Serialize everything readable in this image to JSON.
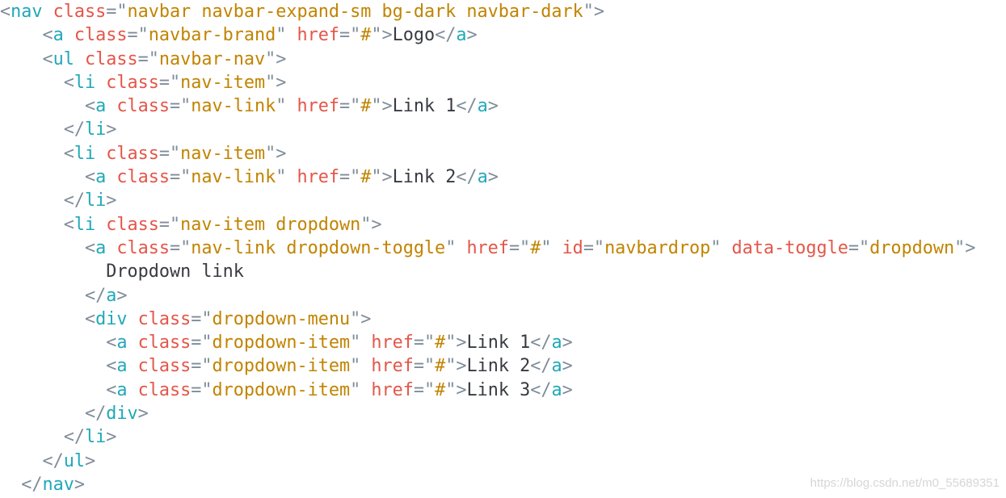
{
  "colors": {
    "tag": "#20a8b8",
    "attribute": "#e45649",
    "punctuation": "#7f8c9a",
    "string": "#c18401",
    "text": "#383a42",
    "watermark": "#d6d6d6",
    "background": "#ffffff"
  },
  "code_lines": [
    [
      {
        "t": "p",
        "v": "<"
      },
      {
        "t": "tag",
        "v": "nav"
      },
      {
        "t": "text",
        "v": " "
      },
      {
        "t": "attr",
        "v": "class"
      },
      {
        "t": "p",
        "v": "=\""
      },
      {
        "t": "str",
        "v": "navbar navbar-expand-sm bg-dark navbar-dark"
      },
      {
        "t": "p",
        "v": "\">"
      }
    ],
    [
      {
        "t": "text",
        "v": "    "
      },
      {
        "t": "p",
        "v": "<"
      },
      {
        "t": "tag",
        "v": "a"
      },
      {
        "t": "text",
        "v": " "
      },
      {
        "t": "attr",
        "v": "class"
      },
      {
        "t": "p",
        "v": "=\""
      },
      {
        "t": "str",
        "v": "navbar-brand"
      },
      {
        "t": "p",
        "v": "\" "
      },
      {
        "t": "attr",
        "v": "href"
      },
      {
        "t": "p",
        "v": "=\""
      },
      {
        "t": "str",
        "v": "#"
      },
      {
        "t": "p",
        "v": "\">"
      },
      {
        "t": "text",
        "v": "Logo"
      },
      {
        "t": "p",
        "v": "</"
      },
      {
        "t": "tag",
        "v": "a"
      },
      {
        "t": "p",
        "v": ">"
      }
    ],
    [
      {
        "t": "text",
        "v": "    "
      },
      {
        "t": "p",
        "v": "<"
      },
      {
        "t": "tag",
        "v": "ul"
      },
      {
        "t": "text",
        "v": " "
      },
      {
        "t": "attr",
        "v": "class"
      },
      {
        "t": "p",
        "v": "=\""
      },
      {
        "t": "str",
        "v": "navbar-nav"
      },
      {
        "t": "p",
        "v": "\">"
      }
    ],
    [
      {
        "t": "text",
        "v": "      "
      },
      {
        "t": "p",
        "v": "<"
      },
      {
        "t": "tag",
        "v": "li"
      },
      {
        "t": "text",
        "v": " "
      },
      {
        "t": "attr",
        "v": "class"
      },
      {
        "t": "p",
        "v": "=\""
      },
      {
        "t": "str",
        "v": "nav-item"
      },
      {
        "t": "p",
        "v": "\">"
      }
    ],
    [
      {
        "t": "text",
        "v": "        "
      },
      {
        "t": "p",
        "v": "<"
      },
      {
        "t": "tag",
        "v": "a"
      },
      {
        "t": "text",
        "v": " "
      },
      {
        "t": "attr",
        "v": "class"
      },
      {
        "t": "p",
        "v": "=\""
      },
      {
        "t": "str",
        "v": "nav-link"
      },
      {
        "t": "p",
        "v": "\" "
      },
      {
        "t": "attr",
        "v": "href"
      },
      {
        "t": "p",
        "v": "=\""
      },
      {
        "t": "str",
        "v": "#"
      },
      {
        "t": "p",
        "v": "\">"
      },
      {
        "t": "text",
        "v": "Link 1"
      },
      {
        "t": "p",
        "v": "</"
      },
      {
        "t": "tag",
        "v": "a"
      },
      {
        "t": "p",
        "v": ">"
      }
    ],
    [
      {
        "t": "text",
        "v": "      "
      },
      {
        "t": "p",
        "v": "</"
      },
      {
        "t": "tag",
        "v": "li"
      },
      {
        "t": "p",
        "v": ">"
      }
    ],
    [
      {
        "t": "text",
        "v": "      "
      },
      {
        "t": "p",
        "v": "<"
      },
      {
        "t": "tag",
        "v": "li"
      },
      {
        "t": "text",
        "v": " "
      },
      {
        "t": "attr",
        "v": "class"
      },
      {
        "t": "p",
        "v": "=\""
      },
      {
        "t": "str",
        "v": "nav-item"
      },
      {
        "t": "p",
        "v": "\">"
      }
    ],
    [
      {
        "t": "text",
        "v": "        "
      },
      {
        "t": "p",
        "v": "<"
      },
      {
        "t": "tag",
        "v": "a"
      },
      {
        "t": "text",
        "v": " "
      },
      {
        "t": "attr",
        "v": "class"
      },
      {
        "t": "p",
        "v": "=\""
      },
      {
        "t": "str",
        "v": "nav-link"
      },
      {
        "t": "p",
        "v": "\" "
      },
      {
        "t": "attr",
        "v": "href"
      },
      {
        "t": "p",
        "v": "=\""
      },
      {
        "t": "str",
        "v": "#"
      },
      {
        "t": "p",
        "v": "\">"
      },
      {
        "t": "text",
        "v": "Link 2"
      },
      {
        "t": "p",
        "v": "</"
      },
      {
        "t": "tag",
        "v": "a"
      },
      {
        "t": "p",
        "v": ">"
      }
    ],
    [
      {
        "t": "text",
        "v": "      "
      },
      {
        "t": "p",
        "v": "</"
      },
      {
        "t": "tag",
        "v": "li"
      },
      {
        "t": "p",
        "v": ">"
      }
    ],
    [
      {
        "t": "text",
        "v": "      "
      },
      {
        "t": "p",
        "v": "<"
      },
      {
        "t": "tag",
        "v": "li"
      },
      {
        "t": "text",
        "v": " "
      },
      {
        "t": "attr",
        "v": "class"
      },
      {
        "t": "p",
        "v": "=\""
      },
      {
        "t": "str",
        "v": "nav-item dropdown"
      },
      {
        "t": "p",
        "v": "\">"
      }
    ],
    [
      {
        "t": "text",
        "v": "        "
      },
      {
        "t": "p",
        "v": "<"
      },
      {
        "t": "tag",
        "v": "a"
      },
      {
        "t": "text",
        "v": " "
      },
      {
        "t": "attr",
        "v": "class"
      },
      {
        "t": "p",
        "v": "=\""
      },
      {
        "t": "str",
        "v": "nav-link dropdown-toggle"
      },
      {
        "t": "p",
        "v": "\" "
      },
      {
        "t": "attr",
        "v": "href"
      },
      {
        "t": "p",
        "v": "=\""
      },
      {
        "t": "str",
        "v": "#"
      },
      {
        "t": "p",
        "v": "\" "
      },
      {
        "t": "attr",
        "v": "id"
      },
      {
        "t": "p",
        "v": "=\""
      },
      {
        "t": "str",
        "v": "navbardrop"
      },
      {
        "t": "p",
        "v": "\" "
      },
      {
        "t": "attr",
        "v": "data-toggle"
      },
      {
        "t": "p",
        "v": "=\""
      },
      {
        "t": "str",
        "v": "dropdown"
      },
      {
        "t": "p",
        "v": "\">"
      }
    ],
    [
      {
        "t": "text",
        "v": "          Dropdown link"
      }
    ],
    [
      {
        "t": "text",
        "v": "        "
      },
      {
        "t": "p",
        "v": "</"
      },
      {
        "t": "tag",
        "v": "a"
      },
      {
        "t": "p",
        "v": ">"
      }
    ],
    [
      {
        "t": "text",
        "v": "        "
      },
      {
        "t": "p",
        "v": "<"
      },
      {
        "t": "tag",
        "v": "div"
      },
      {
        "t": "text",
        "v": " "
      },
      {
        "t": "attr",
        "v": "class"
      },
      {
        "t": "p",
        "v": "=\""
      },
      {
        "t": "str",
        "v": "dropdown-menu"
      },
      {
        "t": "p",
        "v": "\">"
      }
    ],
    [
      {
        "t": "text",
        "v": "          "
      },
      {
        "t": "p",
        "v": "<"
      },
      {
        "t": "tag",
        "v": "a"
      },
      {
        "t": "text",
        "v": " "
      },
      {
        "t": "attr",
        "v": "class"
      },
      {
        "t": "p",
        "v": "=\""
      },
      {
        "t": "str",
        "v": "dropdown-item"
      },
      {
        "t": "p",
        "v": "\" "
      },
      {
        "t": "attr",
        "v": "href"
      },
      {
        "t": "p",
        "v": "=\""
      },
      {
        "t": "str",
        "v": "#"
      },
      {
        "t": "p",
        "v": "\">"
      },
      {
        "t": "text",
        "v": "Link 1"
      },
      {
        "t": "p",
        "v": "</"
      },
      {
        "t": "tag",
        "v": "a"
      },
      {
        "t": "p",
        "v": ">"
      }
    ],
    [
      {
        "t": "text",
        "v": "          "
      },
      {
        "t": "p",
        "v": "<"
      },
      {
        "t": "tag",
        "v": "a"
      },
      {
        "t": "text",
        "v": " "
      },
      {
        "t": "attr",
        "v": "class"
      },
      {
        "t": "p",
        "v": "=\""
      },
      {
        "t": "str",
        "v": "dropdown-item"
      },
      {
        "t": "p",
        "v": "\" "
      },
      {
        "t": "attr",
        "v": "href"
      },
      {
        "t": "p",
        "v": "=\""
      },
      {
        "t": "str",
        "v": "#"
      },
      {
        "t": "p",
        "v": "\">"
      },
      {
        "t": "text",
        "v": "Link 2"
      },
      {
        "t": "p",
        "v": "</"
      },
      {
        "t": "tag",
        "v": "a"
      },
      {
        "t": "p",
        "v": ">"
      }
    ],
    [
      {
        "t": "text",
        "v": "          "
      },
      {
        "t": "p",
        "v": "<"
      },
      {
        "t": "tag",
        "v": "a"
      },
      {
        "t": "text",
        "v": " "
      },
      {
        "t": "attr",
        "v": "class"
      },
      {
        "t": "p",
        "v": "=\""
      },
      {
        "t": "str",
        "v": "dropdown-item"
      },
      {
        "t": "p",
        "v": "\" "
      },
      {
        "t": "attr",
        "v": "href"
      },
      {
        "t": "p",
        "v": "=\""
      },
      {
        "t": "str",
        "v": "#"
      },
      {
        "t": "p",
        "v": "\">"
      },
      {
        "t": "text",
        "v": "Link 3"
      },
      {
        "t": "p",
        "v": "</"
      },
      {
        "t": "tag",
        "v": "a"
      },
      {
        "t": "p",
        "v": ">"
      }
    ],
    [
      {
        "t": "text",
        "v": "        "
      },
      {
        "t": "p",
        "v": "</"
      },
      {
        "t": "tag",
        "v": "div"
      },
      {
        "t": "p",
        "v": ">"
      }
    ],
    [
      {
        "t": "text",
        "v": "      "
      },
      {
        "t": "p",
        "v": "</"
      },
      {
        "t": "tag",
        "v": "li"
      },
      {
        "t": "p",
        "v": ">"
      }
    ],
    [
      {
        "t": "text",
        "v": "    "
      },
      {
        "t": "p",
        "v": "</"
      },
      {
        "t": "tag",
        "v": "ul"
      },
      {
        "t": "p",
        "v": ">"
      }
    ],
    [
      {
        "t": "text",
        "v": "  "
      },
      {
        "t": "p",
        "v": "</"
      },
      {
        "t": "tag",
        "v": "nav"
      },
      {
        "t": "p",
        "v": ">"
      }
    ]
  ],
  "watermark": "https://blog.csdn.net/m0_55689351"
}
